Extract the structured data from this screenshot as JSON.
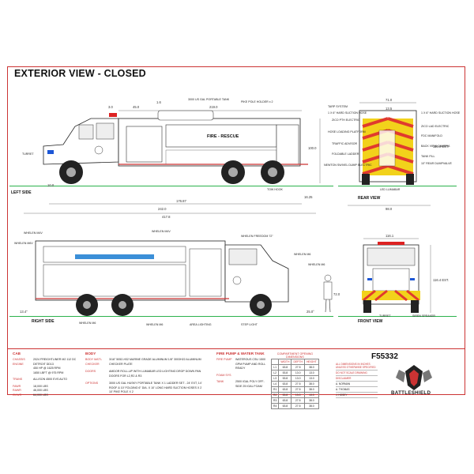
{
  "title": "EXTERIOR VIEW - CLOSED",
  "views": {
    "left": "LEFT SIDE",
    "rear": "REAR VIEW",
    "right": "RIGHT SIDE",
    "front": "FRONT VIEW"
  },
  "truck_text": "FIRE - RESCUE",
  "callouts": {
    "left": [
      "3000 US GAL PORTABLE TANK",
      "PIKE POLE HOLDER x 2",
      "TURRET",
      "TOW HOOK"
    ],
    "right": [
      "WHELEN M4V",
      "WHELEN M6V",
      "WHELEN M4V",
      "WHELEN FREEDOM 72\"",
      "WHELEN M6",
      "WHELEN M6",
      "WHELEN M6",
      "AREA LIGHTING",
      "STEP LIGHT",
      "WHELEN M6"
    ],
    "rear": [
      "TARP SYSTEM",
      "1 X 6\" HARD SUCTION HOSE",
      "ZICO PTH ELECTRIC",
      "HOSE LOADING PLATFORM",
      "TRAFFIC ADVISOR",
      "FOLDABLE LADDER",
      "NEWTON SWIVEL DUMP ELECTRIC",
      "1 X 6\" HARD SUCTION HOSE",
      "ZICO LAD ELECTRIC",
      "FDC MANIFOLD",
      "BACK VIEW CAMERA",
      "TANK FILL",
      "10\" REAR DUMPVALVE",
      "LED LUMABAR"
    ],
    "front": [
      "SIREN SPEAKER",
      "TURRET"
    ]
  },
  "dims": {
    "left": [
      "3.0",
      "45.0",
      "1.6",
      "219.0",
      "100.0",
      "10.0",
      "16.25",
      "176.87",
      "242.0",
      "417.8"
    ],
    "rear": [
      "71.0",
      "13.5",
      "116.0 EST.",
      "98.0"
    ],
    "right": [
      "13.4\""
    ],
    "front": [
      "116.1",
      "116.4 EST.",
      "72.0",
      "25.0°"
    ]
  },
  "cab": {
    "heading": "CAB",
    "rows": [
      {
        "k": "CHASSIS",
        "v": "2024 FREIGHTLINER M2 112 DC"
      },
      {
        "k": "ENGINE",
        "v": "DETROIT DD13"
      },
      {
        "k": "",
        "v": "450 HP @ 1625 RPM"
      },
      {
        "k": "",
        "v": "1650 LBFT @ 975 RPM"
      },
      {
        "k": "TRANS",
        "v": "ALLISON 4500 EVS AUTO"
      },
      {
        "k": "FAWR",
        "v": "18,000 LBS"
      },
      {
        "k": "RAWR",
        "v": "46,000 LBS"
      },
      {
        "k": "GVWR",
        "v": "64,000 LBS"
      }
    ]
  },
  "body": {
    "heading": "BODY",
    "rows": [
      {
        "k": "BODY MAT'L CHECKER",
        "v": "3/16\" 5052-H32 MARINE GRADE ALUMINUM 1/8\" 3003H22 ALUMINUM CHECKER PLATE"
      },
      {
        "k": "DOORS",
        "v": "AMDOR ROLL-UP WITH LUMABAR LED LIGHTING DROP DOWN PAN DOORS FOR L2,R2 & R3"
      },
      {
        "k": "OPTIONS",
        "v": "3000 US GAL HUSKY PORTABLE TANK X 1 LADDER SET - 24' EXT, 14' ROOF & 10' FOLDING 6\" DIA. X 10' LONG HARD SUCTION HOSES X 2 10' PIKE POLE X 2"
      }
    ]
  },
  "pump": {
    "heading": "FIRE PUMP & WATER TANK",
    "rows": [
      {
        "k": "FIRE PUMP",
        "v": "WATEROUS CSU 1500 GPM PUMP AND ROLL READY"
      },
      {
        "k": "FOAM SYS",
        "v": ""
      },
      {
        "k": "TANK",
        "v": "2500 IGAL POLY OFF-SIDE 25 IGAL FOAM"
      }
    ]
  },
  "compartments": {
    "caption": "COMPARTMENT OPENING DIMENSIONS",
    "headers": [
      "",
      "WIDTH",
      "DEPTH",
      "HEIGHT"
    ],
    "rows": [
      [
        "L1",
        "63.8",
        "27.5",
        "38.0"
      ],
      [
        "L2",
        "53.8",
        "13.0",
        "13.0"
      ],
      [
        "L3",
        "53.8",
        "13.0",
        "13.0"
      ],
      [
        "L4",
        "63.8",
        "27.5",
        "38.0"
      ],
      [
        "R1",
        "63.8",
        "27.5",
        "38.0"
      ],
      [
        "R2",
        "53.8",
        "13.0",
        "13.0"
      ],
      [
        "R3",
        "63.8",
        "27.5",
        "38.0"
      ],
      [
        "R4",
        "63.8",
        "27.5",
        "38.0"
      ]
    ]
  },
  "model": "F55332",
  "titleblock": [
    "ALL DIMENSIONS IN INCHES UNLESS OTHERWISE SPECIFIED",
    "DO NOT SCALE DRAWING",
    "DISCLAIMER",
    "A. NORMAN",
    "A. THOMAS",
    "J. HOSEY"
  ],
  "brand": "BATTLESHIELD",
  "colors": {
    "border": "#cc3333",
    "ground": "#2bb24c",
    "chevron_red": "#e03a2e",
    "chevron_yellow": "#f2d21b"
  }
}
